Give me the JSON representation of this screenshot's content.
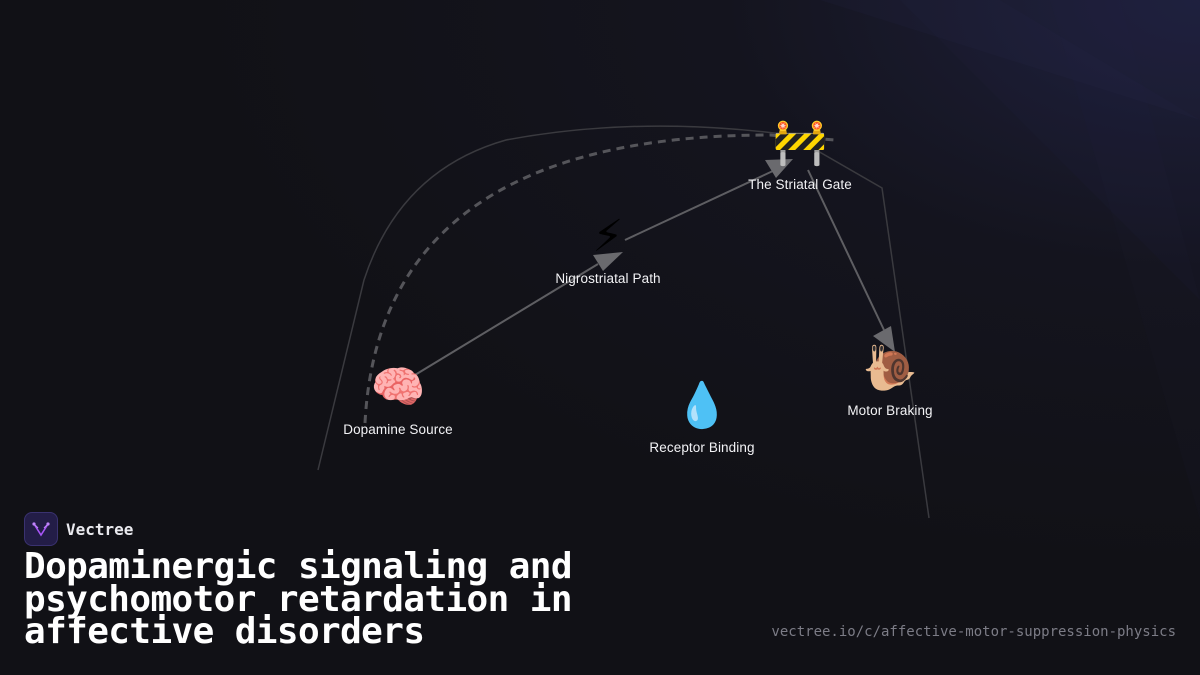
{
  "brand": {
    "name": "Vectree"
  },
  "title": "Dopaminergic signaling and psychomotor retardation in affective disorders",
  "url": "vectree.io/c/affective-motor-suppression-physics",
  "nodes": [
    {
      "id": "dopamine-source",
      "label": "Dopamine Source",
      "icon": "🧠",
      "icon_name": "brain-icon"
    },
    {
      "id": "nigrostriatal-path",
      "label": "Nigrostriatal Path",
      "icon": "⚡",
      "icon_name": "lightning-icon"
    },
    {
      "id": "striatal-gate",
      "label": "The Striatal Gate",
      "icon": "🚧",
      "icon_name": "barrier-icon"
    },
    {
      "id": "motor-braking",
      "label": "Motor Braking",
      "icon": "🐌",
      "icon_name": "snail-icon"
    },
    {
      "id": "receptor-binding",
      "label": "Receptor Binding",
      "icon": "💧",
      "icon_name": "droplet-icon"
    }
  ],
  "edges": [
    {
      "from": "dopamine-source",
      "to": "nigrostriatal-path",
      "style": "solid"
    },
    {
      "from": "nigrostriatal-path",
      "to": "striatal-gate",
      "style": "solid"
    },
    {
      "from": "striatal-gate",
      "to": "motor-braking",
      "style": "solid"
    },
    {
      "from": "dopamine-source",
      "to": "striatal-gate",
      "style": "dashed"
    }
  ],
  "colors": {
    "background": "#111116",
    "edge": "#5e5e62",
    "label": "#f2f2f5",
    "brand_logo": "#231d47",
    "brand_accent": "#a855f7",
    "url": "#7c7c86"
  }
}
